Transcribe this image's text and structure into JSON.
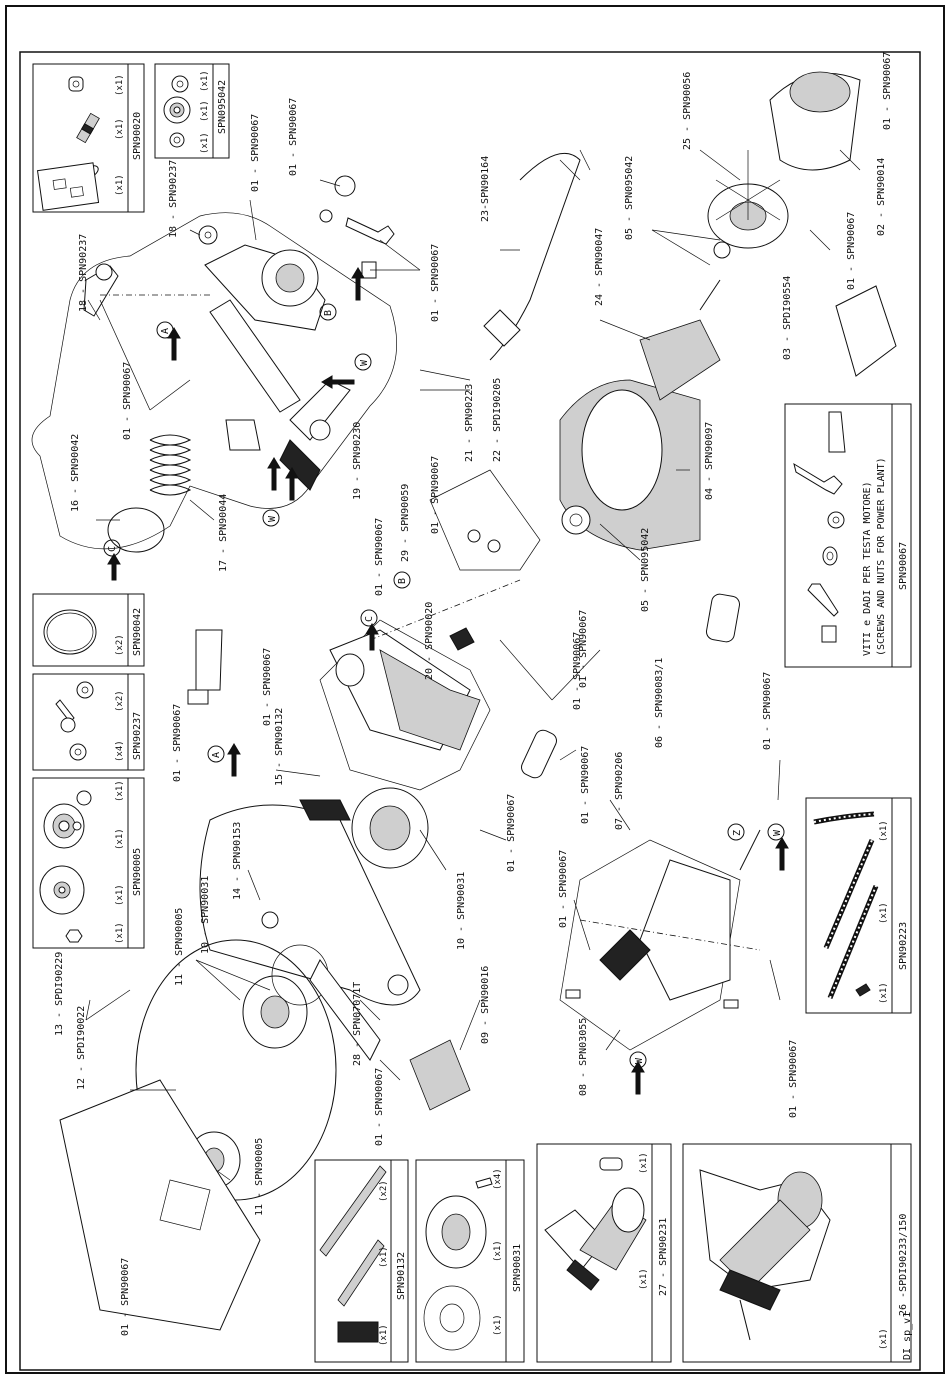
{
  "sheet_code": "DI sp_v1",
  "kits": [
    {
      "code": "SPN90020",
      "qty": [
        "(x1)",
        "(x1)",
        "(x1)"
      ]
    },
    {
      "code": "SPN095042",
      "qty": [
        "(x1)",
        "(x1)",
        "(x1)"
      ]
    },
    {
      "code": "SPN90042",
      "qty": [
        "(x2)"
      ]
    },
    {
      "code": "SPN90237",
      "qty": [
        "(x2)",
        "(x4)"
      ]
    },
    {
      "code": "SPN90005",
      "qty": [
        "(x1)",
        "(x1)",
        "(x1)",
        "(x1)"
      ]
    },
    {
      "code": "SPN90132",
      "qty": [
        "(x2)",
        "(x1)",
        "(x1)"
      ]
    },
    {
      "code": "SPN90031",
      "qty": [
        "(x4)",
        "(x1)",
        "(x1)"
      ]
    },
    {
      "code": "27 - SPN90231",
      "qty": [
        "(x1)",
        "(x1)"
      ]
    },
    {
      "code": "26 -SPDI90233/150",
      "qty": [
        "(x1)"
      ]
    },
    {
      "code": "SPN90223",
      "qty": [
        "(x1)",
        "(x1)",
        "(x1)"
      ]
    }
  ],
  "notes_box": {
    "line1": "VITI e DADI PER TESTA MOTORE)",
    "line2": "(SCREWS AND NUTS FOR POWER PLANT)",
    "code": "SPN90067"
  },
  "callouts": [
    "18 - SPN90237",
    "18 - SPN90237",
    "01 - SPN90067",
    "01 - SPN90067",
    "01 - SPN90067",
    "01 - SPN90067",
    "16 - SPN90042",
    "17 - SPN90044",
    "19 - SPN90230",
    "23-SPN90164",
    "21 - SPN90223",
    "22 - SPDI90205",
    "01 - SPN90067",
    "29 - SPN90059",
    "01 - SPN90067",
    "20 - SPN90020",
    "01 - SPN90067",
    "24 - SPN90047",
    "04 - SPN90097",
    "05 - SPN095042",
    "05 - SPN095042",
    "25 - SPN90056",
    "01 - SPN90067",
    "02 - SPN90014",
    "01 - SPN90067",
    "03 - SPDI90554",
    "01 - SPN90067",
    "06 - SPN90083/1",
    "01 - SPN90067",
    "01 - SPN90067",
    "15 - SPN90132",
    "01 - SPN90067",
    "14 - SPN90153",
    "07 - SPN90206",
    "01 - SPN90067",
    "01 - SPN90067",
    "10 - SPN90031",
    "09 - SPN90016",
    "11 - SPN90005",
    "10 - SPN90031",
    "13 - SPDI90229",
    "12 - SPDI90022",
    "28 - SPN07071T",
    "01 - SPN90067",
    "11 - SPN90005",
    "01 - SPN90067",
    "08 - SPN03055",
    "01 - SPN90067",
    "01 - SPN90067"
  ],
  "markers": [
    "A",
    "A",
    "B",
    "B",
    "C",
    "C",
    "W",
    "W",
    "W",
    "W",
    "Z"
  ]
}
